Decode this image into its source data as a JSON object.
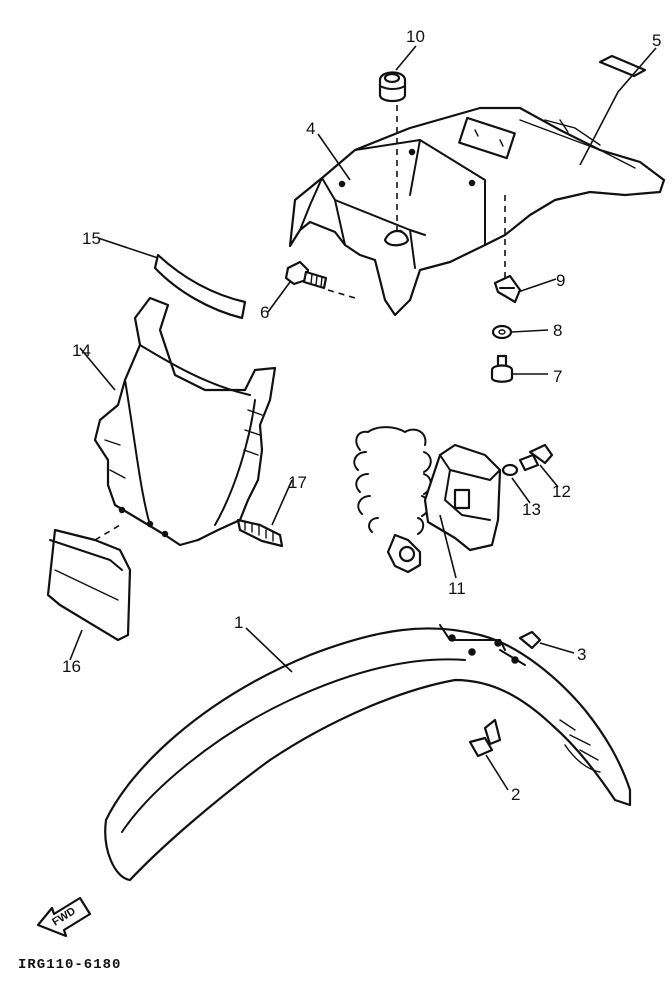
{
  "callouts": [
    "1",
    "2",
    "3",
    "4",
    "5",
    "6",
    "7",
    "8",
    "9",
    "10",
    "11",
    "12",
    "13",
    "14",
    "15",
    "16",
    "17"
  ],
  "direction_badge": "FWD",
  "drawing_code": "IRG110-6180"
}
